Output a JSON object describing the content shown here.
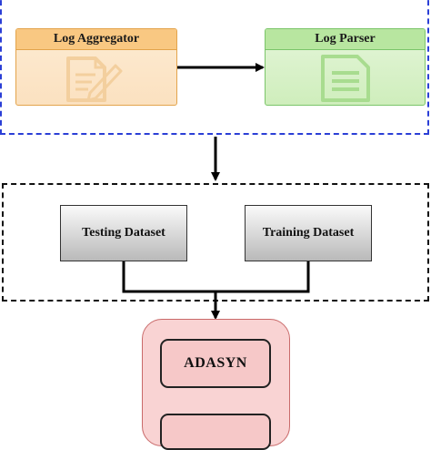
{
  "nodes": {
    "aggregator": {
      "title": "Log Aggregator",
      "icon": "edit-document-icon",
      "color": "#f9c882"
    },
    "parser": {
      "title": "Log Parser",
      "icon": "document-lines-icon",
      "color": "#b8e6a0"
    },
    "testing": {
      "label": "Testing Dataset"
    },
    "training": {
      "label": "Training Dataset"
    },
    "adasyn": {
      "label": "ADASYN"
    }
  },
  "colors": {
    "group_top_border": "#2b3fd6",
    "group_mid_border": "#111111",
    "adasyn_fill": "#f9d3d3"
  }
}
